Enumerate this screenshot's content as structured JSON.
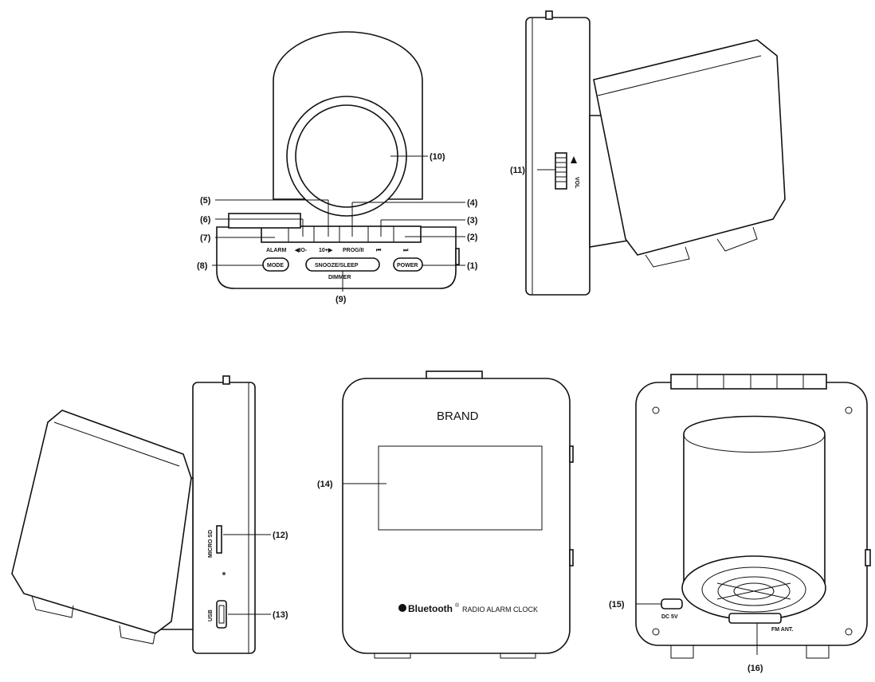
{
  "callouts": {
    "c1": "(1)",
    "c2": "(2)",
    "c3": "(3)",
    "c4": "(4)",
    "c5": "(5)",
    "c6": "(6)",
    "c7": "(7)",
    "c8": "(8)",
    "c9": "(9)",
    "c10": "(10)",
    "c11": "(11)",
    "c12": "(12)",
    "c13": "(13)",
    "c14": "(14)",
    "c15": "(15)",
    "c16": "(16)"
  },
  "buttons": {
    "alarm": "ALARM",
    "tune_down": "◀IO-",
    "ten_plus": "10+▶",
    "prog": "PROG/II",
    "prev": "⏮",
    "next": "⏭",
    "mode": "MODE",
    "snooze": "SNOOZE/SLEEP",
    "dimmer": "DIMMER",
    "power": "POWER"
  },
  "side": {
    "vol": "VOL",
    "micro_sd": "MICRO SD",
    "usb": "USB"
  },
  "front": {
    "brand": "BRAND",
    "bt_brand": "Bluetooth",
    "bt_reg": "®",
    "product": "RADIO ALARM CLOCK"
  },
  "back": {
    "dc": "DC 5V",
    "fm": "FM ANT."
  }
}
